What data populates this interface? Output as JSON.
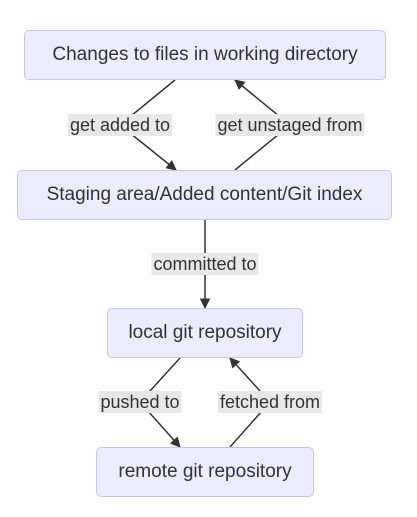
{
  "nodes": {
    "working_directory": "Changes to files in working directory",
    "staging_area": "Staging area/Added content/Git index",
    "local_repo": "local git repository",
    "remote_repo": "remote git repository"
  },
  "edges": {
    "get_added_to": "get added to",
    "get_unstaged_from": "get unstaged from",
    "committed_to": "committed to",
    "pushed_to": "pushed to",
    "fetched_from": "fetched from"
  },
  "colors": {
    "node_fill": "#ececff",
    "node_border": "#c5c4ee",
    "edge_stroke": "#333333",
    "label_background": "#e8e8e8"
  }
}
